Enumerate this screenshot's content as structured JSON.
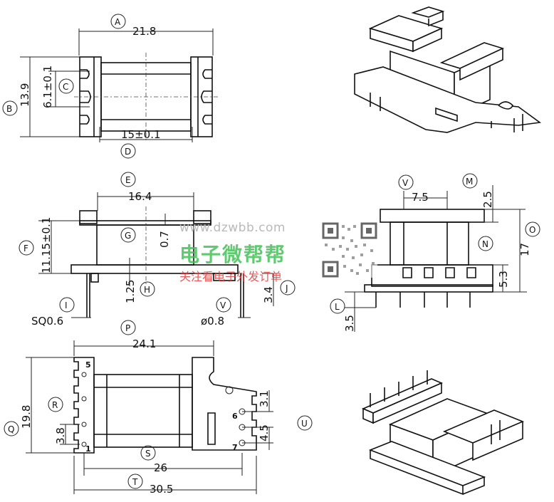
{
  "letters": {
    "A": "A",
    "B": "B",
    "C": "C",
    "D": "D",
    "E": "E",
    "F": "F",
    "G": "G",
    "H": "H",
    "I": "I",
    "J": "J",
    "L": "L",
    "M": "M",
    "N": "N",
    "O": "O",
    "P": "P",
    "Q": "Q",
    "R": "R",
    "S": "S",
    "T": "T",
    "U": "U",
    "V": "V"
  },
  "dims": {
    "A": "21.8",
    "B": "13.9",
    "C": "6.1±0.1",
    "D": "15±0.1",
    "E": "16.4",
    "F": "11.15±0.1",
    "G": "0.7",
    "H": "1.25",
    "I": "SQ0.6",
    "J": "3.4",
    "V1": "ø0.8",
    "V2": "7.5",
    "M": "2.5",
    "O": "17",
    "N": "5.3",
    "L": "3.5",
    "P": "24.1",
    "Q": "19.8",
    "R": "3.8",
    "S": "26",
    "T": "30.5",
    "U1": "3.1",
    "U2": "4.5"
  },
  "pins": [
    "5",
    "1",
    "6",
    "7"
  ],
  "watermark": {
    "url": "www.dzwbb.com",
    "title": "电子微帮帮",
    "subtitle": "关注看电子外发订单"
  }
}
